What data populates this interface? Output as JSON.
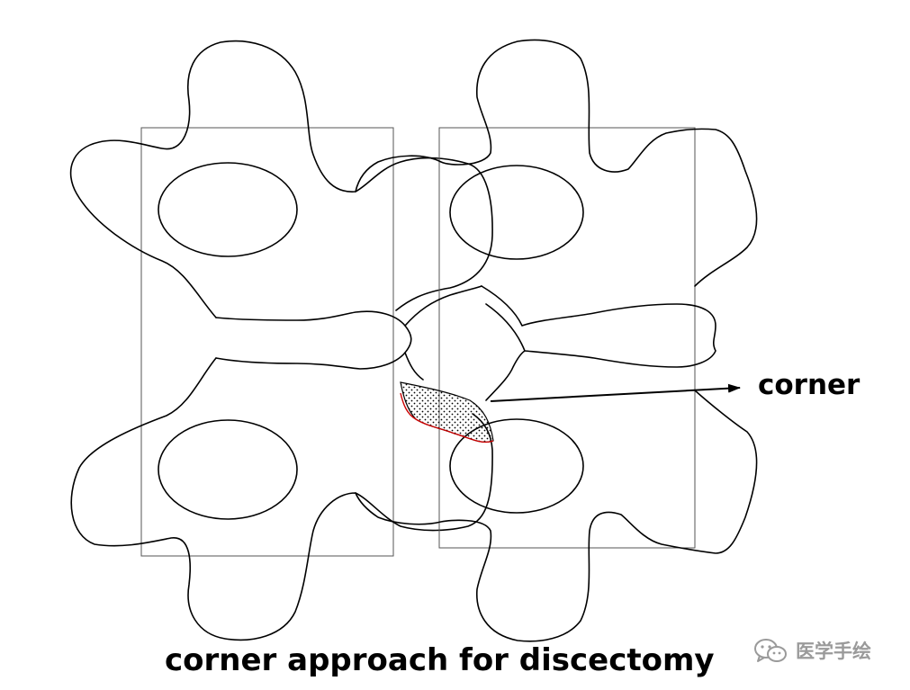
{
  "labels": {
    "corner": "corner",
    "caption": "corner approach for discectomy"
  },
  "watermark": {
    "text": "医学手绘",
    "icon": "wechat-icon"
  },
  "colors": {
    "outline": "#000000",
    "frame": "#555555",
    "cut_edge": "#cc0000",
    "watermark": "#9a9a9a"
  }
}
